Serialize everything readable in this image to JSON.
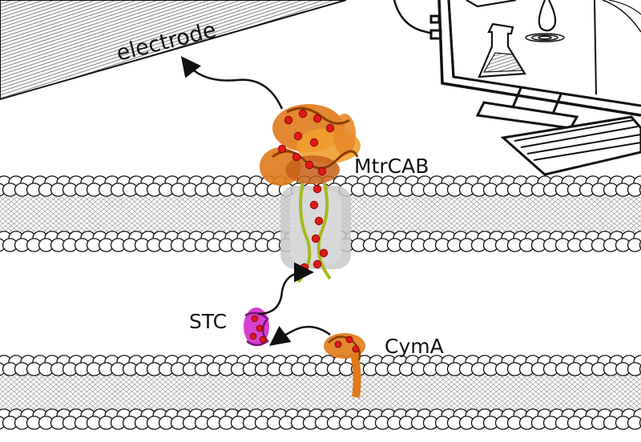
{
  "labels": {
    "electrode": "electrode",
    "mtrcab": "MtrCAB",
    "stc": "STC",
    "cyma": "CymA"
  },
  "colors": {
    "outline": "#111111",
    "electrode_hatch": "#888888",
    "membrane_fill": "#ffffff",
    "tail_lines": "#9a9a9a",
    "protein_orange": "#e07a1a",
    "protein_dark": "#8a3d00",
    "heme_red": "#e01818",
    "barrel_green": "#a8b820",
    "barrel_grey": "#bdbdbd",
    "stc_magenta": "#d020c8"
  },
  "icons": {
    "computer": "computer-monitor-icon",
    "keyboard": "keyboard-icon",
    "flask": "flask-icon",
    "droplet": "droplet-icon",
    "ripple": "ripple-icon"
  }
}
